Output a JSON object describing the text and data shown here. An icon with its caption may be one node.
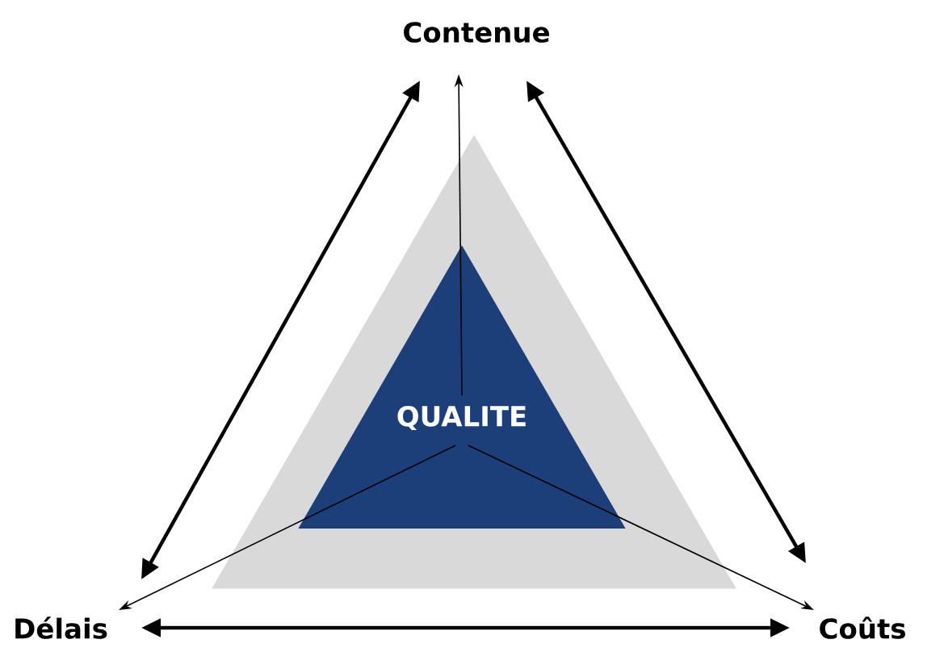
{
  "diagram": {
    "nodes": [
      {
        "text": [
          "Contenue"
        ]
      },
      {
        "text": [],
        "shape": "triangle"
      },
      {
        "text": [
          "QUALITE"
        ],
        "in": 1
      },
      {
        "text": [
          "Délais"
        ]
      },
      {
        "text": [
          "Coûts"
        ]
      }
    ],
    "edges": [
      {
        "from": 2,
        "to": 0,
        "arrow": "to"
      },
      {
        "from": 2,
        "to": 3,
        "arrow": "to"
      },
      {
        "from": 2,
        "to": 4,
        "arrow": "to"
      },
      {
        "from": 3,
        "to": 0,
        "arrow": "both",
        "style": "thick"
      },
      {
        "from": 0,
        "to": 4,
        "arrow": "both",
        "style": "thick"
      },
      {
        "from": 3,
        "to": 4,
        "arrow": "both",
        "style": "thick"
      }
    ]
  }
}
